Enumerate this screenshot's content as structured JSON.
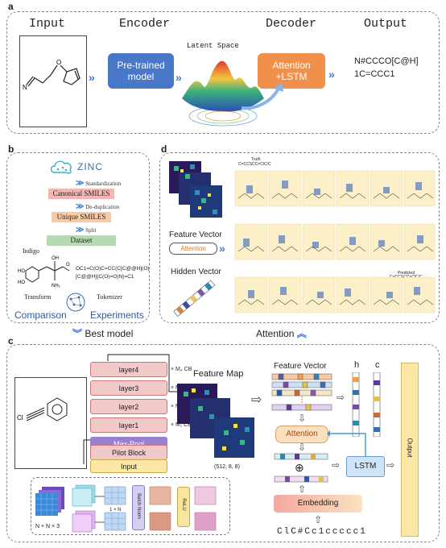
{
  "panel_a": {
    "label": "a",
    "stage_titles": [
      "Input",
      "Encoder",
      "Decoder",
      "Output"
    ],
    "latent_title": "Latent Space",
    "encoder_box": "Pre-trained model",
    "decoder_box": "Attention +LSTM",
    "output_smiles_1": "N#CCCO[C@H]",
    "output_smiles_2": "1C=CCC1"
  },
  "panel_b": {
    "label": "b",
    "db_name": "ZINC",
    "step1": "Standardization",
    "box1": "Canonical SMILES",
    "step2": "De-duplication",
    "box2": "Unique SMILES",
    "step3": "Split",
    "box3": "Dataset",
    "indigo": "Indigo",
    "smiles_1": "OC1=C(O)C=CC(C[C@@H](O)",
    "smiles_2": "[C@@H](C(O)=O)N)=C1",
    "transform": "Transform",
    "tokenizer": "Tokenizer",
    "bottom_left": "Comparison",
    "bottom_right": "Experiments"
  },
  "connector": {
    "best_model": "Best model",
    "attention": "Attention"
  },
  "panel_d": {
    "label": "d",
    "truth_title": "Truth",
    "truth_smiles": "C=CCSCC=ClC/C",
    "predicted_title": "Predicted",
    "predicted_smiles": "C=CCSCC=ClC/C",
    "feature_vector": "Feature Vector",
    "attention_word": "Attention",
    "hidden_vector": "Hidden Vector"
  },
  "panel_c": {
    "label": "c",
    "layers": [
      {
        "name": "layer4",
        "annot": "× M₄ CB"
      },
      {
        "name": "layer3",
        "annot": "× M₃ CB"
      },
      {
        "name": "layer2",
        "annot": "× M₂ CB"
      },
      {
        "name": "layer1",
        "annot": "× M₁ CB"
      }
    ],
    "maxpool": "Max-Pool",
    "pilot": "Pilot Block",
    "input": "Input",
    "feature_map": "Feature Map",
    "shape": "(512, 8, 8)",
    "feature_vector": "Feature Vector",
    "h": "h",
    "c": "c",
    "attention": "Attention",
    "lstm": "LSTM",
    "embedding": "Embedding",
    "output": "Output",
    "input_tokens": "ClC#Cc1ccccc1",
    "kernel": "1 × N",
    "batchnorm": "Batch Norm",
    "relu": "ReLU",
    "grid_dim": "N × N × 3",
    "molecule_label": "Cl"
  },
  "colors": {
    "accent_blue": "#3a7bd5",
    "encoder_blue": "#4a78c8",
    "decoder_orange": "#f0904a",
    "layer_pink": "#f2c9c9",
    "maxpool_purple": "#9b7fd1",
    "output_yellow": "#fbe7a6"
  }
}
